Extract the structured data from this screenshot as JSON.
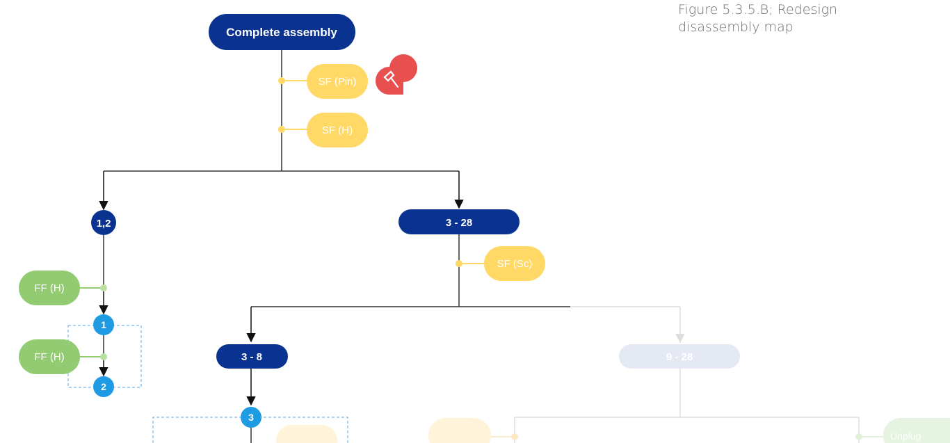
{
  "caption": {
    "line1": "Figure 5.3.5.B; Redesign",
    "line2": "disassembly map"
  },
  "colors": {
    "navy": "#0a3391",
    "navy_faded": "#e4e9f4",
    "yellow": "#ffd866",
    "yellow_faded": "#fff3d9",
    "green": "#93cb73",
    "green_faded": "#e6f3e1",
    "blue": "#1e9be3",
    "line": "#333333",
    "line_faded": "#dddddd",
    "tool_red": "#e84f4f",
    "dash": "#5aa4e6"
  },
  "nodes": {
    "complete_assembly": "Complete assembly",
    "sf_pin": "SF (Pin)",
    "sf_h": "SF (H)",
    "n_1_2": "1,2",
    "n_3_28": "3 - 28",
    "sf_sc": "SF (Sc)",
    "ff_h_1": "FF (H)",
    "ff_h_2": "FF (H)",
    "n_1": "1",
    "n_2": "2",
    "n_3_8": "3 - 8",
    "n_9_28": "9 - 28",
    "n_3": "3",
    "unplug": "Unplug"
  },
  "icons": {
    "tool": "hammer-icon"
  }
}
